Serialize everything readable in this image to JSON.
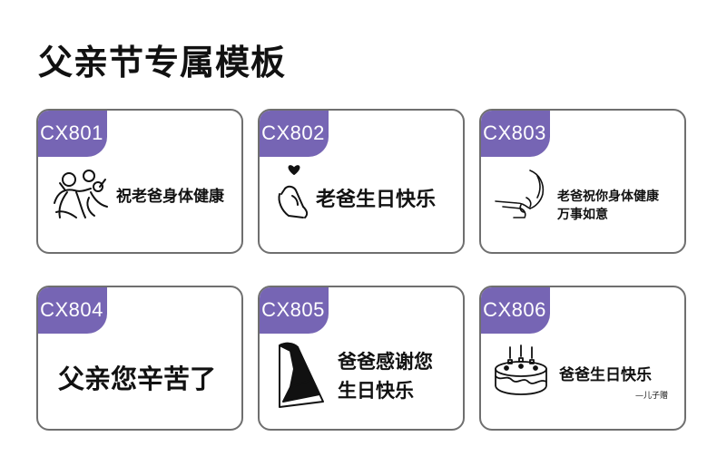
{
  "page_title": "父亲节专属模板",
  "cards": [
    {
      "code": "CX801",
      "lines": [
        "祝老爸身体健康"
      ]
    },
    {
      "code": "CX802",
      "lines": [
        "老爸生日快乐"
      ]
    },
    {
      "code": "CX803",
      "lines": [
        "老爸祝你身体健康",
        "万事如意"
      ]
    },
    {
      "code": "CX804",
      "lines": [
        "父亲您辛苦了"
      ]
    },
    {
      "code": "CX805",
      "lines": [
        "爸爸感谢您",
        "生日快乐"
      ]
    },
    {
      "code": "CX806",
      "lines": [
        "爸爸生日快乐",
        "—儿子赠"
      ]
    }
  ],
  "colors": {
    "badge": "#7665b4",
    "border": "#6f6f6f",
    "ink": "#111111"
  },
  "icons": [
    "family-icon",
    "finger-heart-icon",
    "hands-icon",
    "party-hat-icon",
    "birthday-cake-icon"
  ]
}
